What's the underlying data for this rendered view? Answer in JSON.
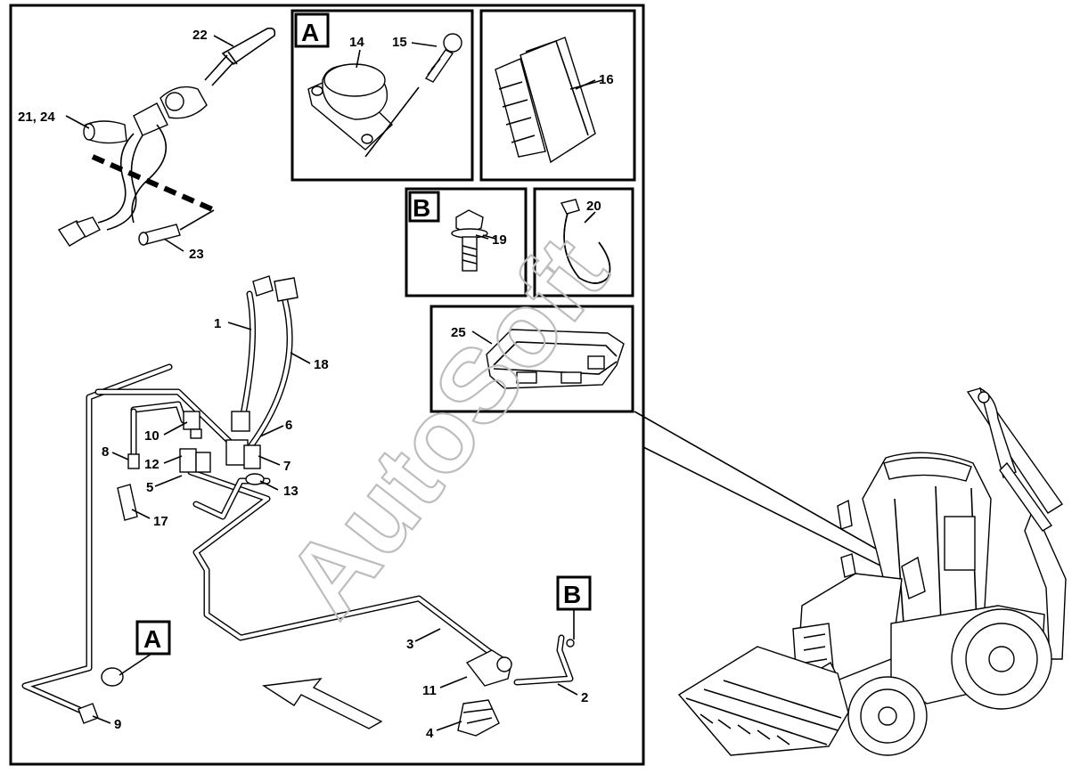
{
  "watermark": "AutoSoft",
  "detail_views": [
    {
      "key": "detail_a",
      "letter": "A"
    },
    {
      "key": "detail_b",
      "letter": "B"
    }
  ],
  "callout_flags": [
    {
      "key": "flag_a",
      "letter": "A"
    },
    {
      "key": "flag_b",
      "letter": "B"
    }
  ],
  "part_labels": [
    "1",
    "2",
    "3",
    "4",
    "5",
    "6",
    "7",
    "8",
    "9",
    "10",
    "11",
    "12",
    "13",
    "14",
    "15",
    "16",
    "17",
    "18",
    "19",
    "20",
    "21, 24",
    "22",
    "23",
    "25"
  ],
  "colors": {
    "ink": "#000000",
    "paper": "#ffffff",
    "watermark": "#bdbdbd"
  }
}
